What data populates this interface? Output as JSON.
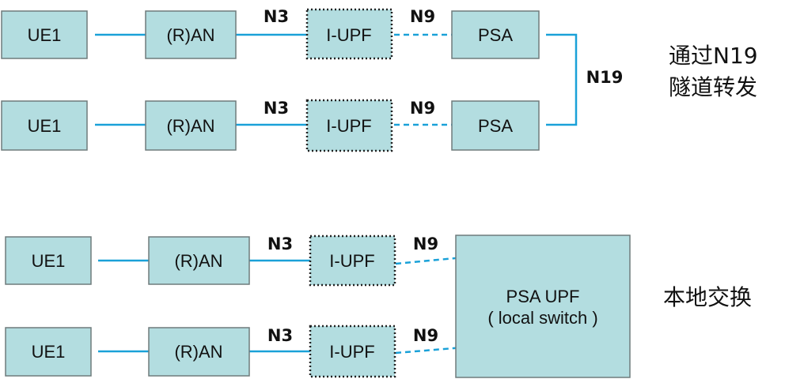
{
  "line_color": "#1aa1d8",
  "box_fill": "#b3dde0",
  "top": {
    "row1": {
      "ue": "UE1",
      "ran": "(R)AN",
      "iupf": "I-UPF",
      "psa": "PSA",
      "n3": "N3",
      "n9": "N9"
    },
    "row2": {
      "ue": "UE1",
      "ran": "(R)AN",
      "iupf": "I-UPF",
      "psa": "PSA",
      "n3": "N3",
      "n9": "N9"
    },
    "n19": "N19",
    "caption_line1": "通过N19",
    "caption_line2": "隧道转发"
  },
  "bottom": {
    "row1": {
      "ue": "UE1",
      "ran": "(R)AN",
      "iupf": "I-UPF",
      "n3": "N3",
      "n9": "N9"
    },
    "row2": {
      "ue": "UE1",
      "ran": "(R)AN",
      "iupf": "I-UPF",
      "n3": "N3",
      "n9": "N9"
    },
    "psa_upf_line1": "PSA UPF",
    "psa_upf_line2": "( local switch )",
    "caption": "本地交换"
  }
}
